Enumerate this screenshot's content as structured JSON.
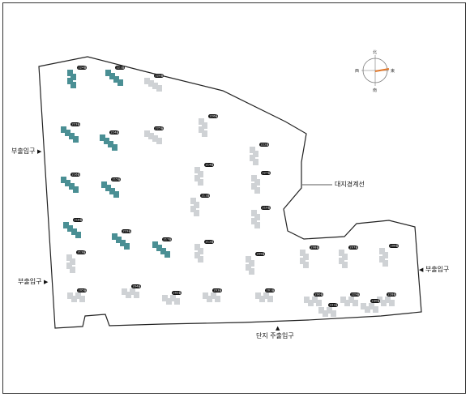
{
  "labels": {
    "boundary": "대지경계선",
    "sub_entrance_upper": "부출입구",
    "sub_entrance_lower": "부출입구",
    "sub_entrance_right": "부출입구",
    "main_entrance": "단지 주출입구"
  },
  "compass": {
    "n": "北",
    "e": "東",
    "s": "南",
    "w": "西"
  },
  "colors": {
    "teal": "#4a8f94",
    "gray": "#cfd2d5",
    "badge": "#111111",
    "line": "#222222",
    "needle": "#e0782b"
  },
  "buildings": [
    {
      "name": "224동",
      "teal": true
    },
    {
      "name": "221동",
      "teal": true
    },
    {
      "name": "220동",
      "teal": false
    },
    {
      "name": "223동",
      "teal": true
    },
    {
      "name": "224동",
      "teal": true
    },
    {
      "name": "225동",
      "teal": false
    },
    {
      "name": "226동",
      "teal": false
    },
    {
      "name": "216동",
      "teal": true
    },
    {
      "name": "215동",
      "teal": true
    },
    {
      "name": "218동",
      "teal": true
    },
    {
      "name": "219동",
      "teal": true
    },
    {
      "name": "217동",
      "teal": true
    },
    {
      "name": "213동",
      "teal": false
    },
    {
      "name": "214동",
      "teal": false
    },
    {
      "name": "211동",
      "teal": false
    },
    {
      "name": "212동",
      "teal": false
    },
    {
      "name": "222동",
      "teal": false
    },
    {
      "name": "227동",
      "teal": false
    },
    {
      "name": "210동",
      "teal": false
    },
    {
      "name": "209동",
      "teal": false
    },
    {
      "name": "208동",
      "teal": false
    },
    {
      "name": "207동",
      "teal": false
    },
    {
      "name": "206동",
      "teal": false
    },
    {
      "name": "205동",
      "teal": false
    },
    {
      "name": "204동",
      "teal": false
    },
    {
      "name": "202동",
      "teal": false
    },
    {
      "name": "203동",
      "teal": false
    },
    {
      "name": "201동",
      "teal": false
    },
    {
      "name": "200동",
      "teal": false
    },
    {
      "name": "229동",
      "teal": false
    },
    {
      "name": "228동",
      "teal": false
    },
    {
      "name": "230동",
      "teal": false
    },
    {
      "name": "231동",
      "teal": false
    }
  ]
}
